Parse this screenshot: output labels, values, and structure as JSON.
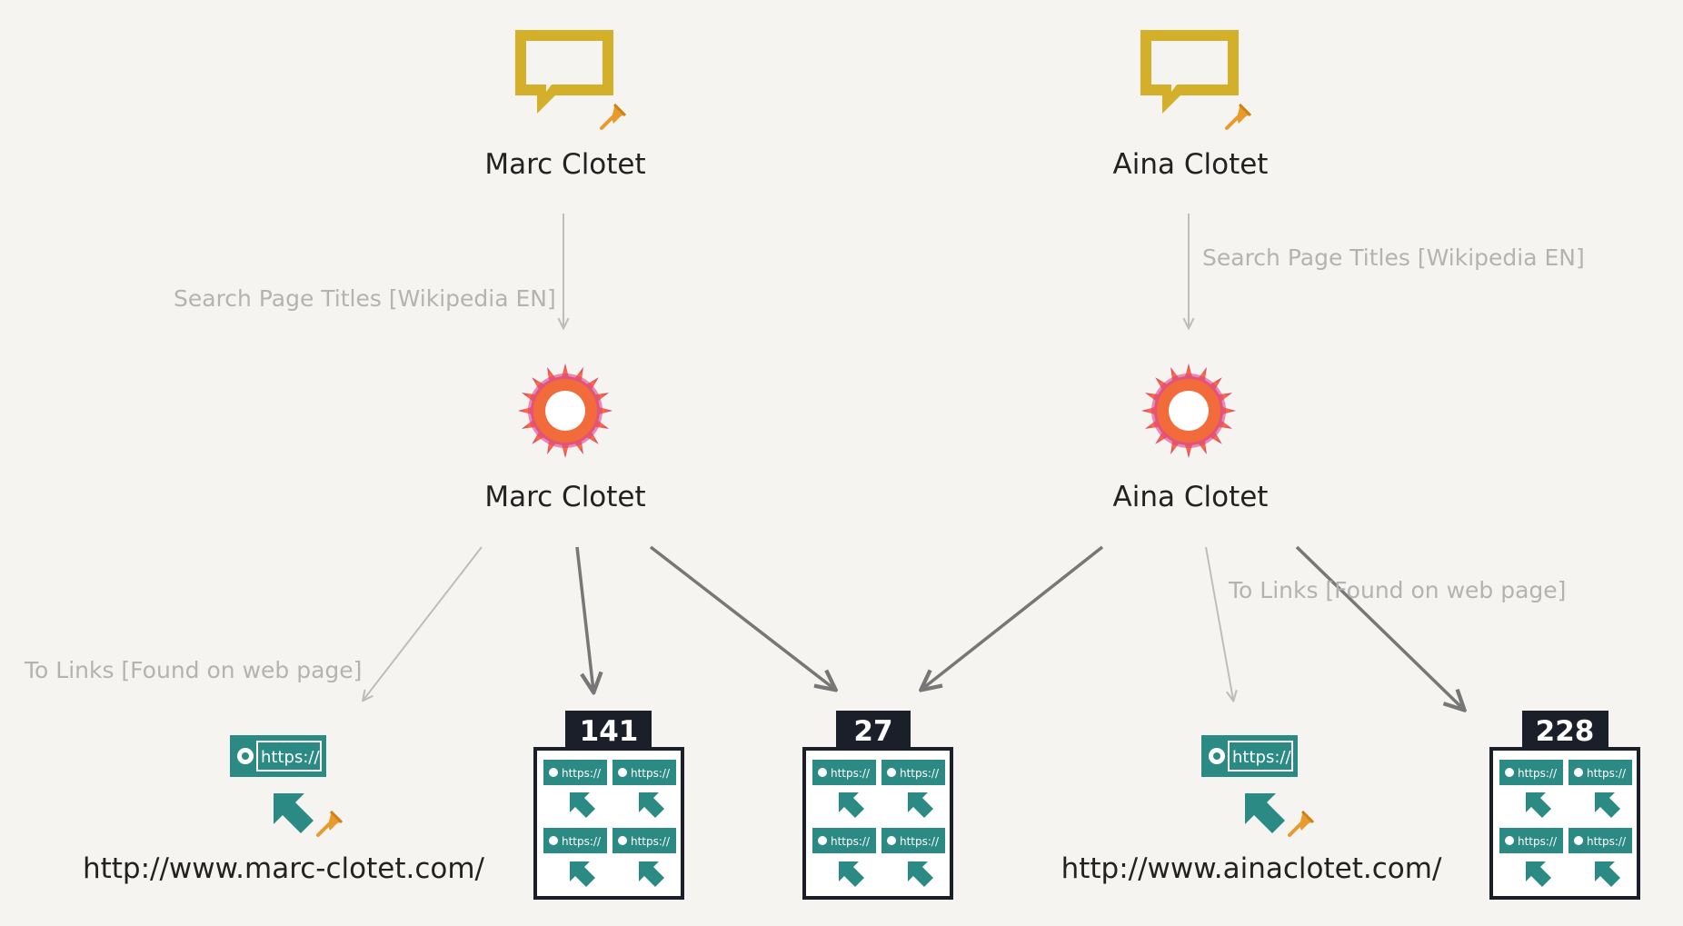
{
  "nodes": {
    "phrase_marc": {
      "label": "Marc Clotet",
      "icon": "speech-bubble-icon"
    },
    "phrase_aina": {
      "label": "Aina Clotet",
      "icon": "speech-bubble-icon"
    },
    "wiki_marc": {
      "label": "Marc Clotet",
      "icon": "wikipedia-flower-icon"
    },
    "wiki_aina": {
      "label": "Aina Clotet",
      "icon": "wikipedia-flower-icon"
    },
    "url_marc": {
      "label": "http://www.marc-clotet.com/",
      "icon": "url-icon"
    },
    "url_aina": {
      "label": "http://www.ainaclotet.com/",
      "icon": "url-icon"
    },
    "collection_141": {
      "count": "141",
      "icon": "url-collection-icon"
    },
    "collection_27": {
      "count": "27",
      "icon": "url-collection-icon"
    },
    "collection_228": {
      "count": "228",
      "icon": "url-collection-icon"
    }
  },
  "edges": {
    "search_marc": "Search Page Titles [Wikipedia EN]",
    "search_aina": "Search Page Titles [Wikipedia EN]",
    "links_marc": "To Links [Found on web page]",
    "links_aina": "To Links [Found on web page]"
  },
  "icon_text": {
    "https": "https://"
  },
  "colors": {
    "speech_bubble": "#d4af2a",
    "pin": "#e89a2c",
    "url_teal": "#2b8a84",
    "count_badge": "#1a1f2a",
    "edge_light": "#bdbdbd",
    "edge_dark": "#777777"
  }
}
